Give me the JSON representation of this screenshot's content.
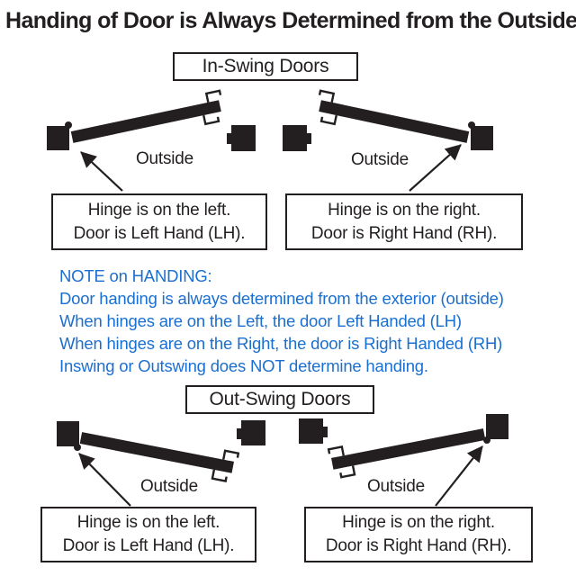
{
  "title": "Handing of Door is Always Determined from the Outside",
  "colors": {
    "ink": "#231f20",
    "note_blue": "#1b6fd0"
  },
  "inswing": {
    "heading": "In-Swing Doors",
    "left_diagram": {
      "outside_label": "Outside"
    },
    "right_diagram": {
      "outside_label": "Outside"
    },
    "left_caption": {
      "line1": "Hinge is on the left.",
      "line2": "Door is Left Hand (LH)."
    },
    "right_caption": {
      "line1": "Hinge is on the right.",
      "line2": "Door is Right Hand (RH)."
    }
  },
  "note": {
    "heading": "NOTE on HANDING:",
    "lines": [
      "Door handing is always determined from the exterior (outside)",
      "When hinges are on the Left, the door Left Handed (LH)",
      "When hinges are on the Right, the door is Right Handed (RH)",
      "Inswing or Outswing does NOT determine handing."
    ]
  },
  "outswing": {
    "heading": "Out-Swing Doors",
    "left_diagram": {
      "outside_label": "Outside"
    },
    "right_diagram": {
      "outside_label": "Outside"
    },
    "left_caption": {
      "line1": "Hinge is on the left.",
      "line2": "Door is Left Hand (LH)."
    },
    "right_caption": {
      "line1": "Hinge is on the right.",
      "line2": "Door is Right Hand (RH)."
    }
  }
}
